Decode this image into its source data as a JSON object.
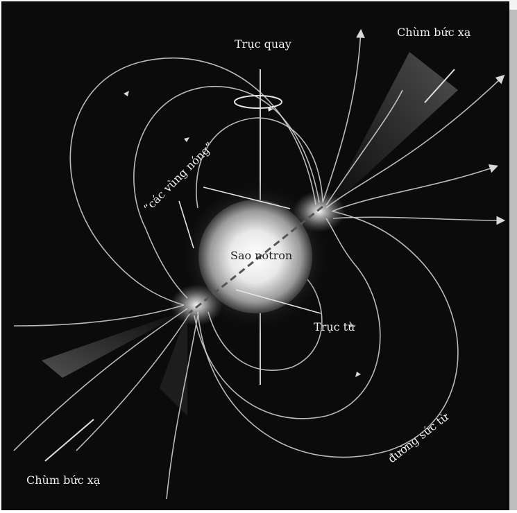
{
  "labels": {
    "rotation_axis": "Trục quay",
    "beam_top": "Chùm bức xạ",
    "beam_bottom": "Chùm bức xạ",
    "hot_spots": "“các vùng nóng”",
    "neutron_star": "Sao notron",
    "magnetic_axis": "Trục từ",
    "field_lines": "đường sức từ"
  },
  "colors": {
    "background": "#0b0b0b",
    "lines": "#d9d9d9",
    "star": "#f2f2f2"
  }
}
